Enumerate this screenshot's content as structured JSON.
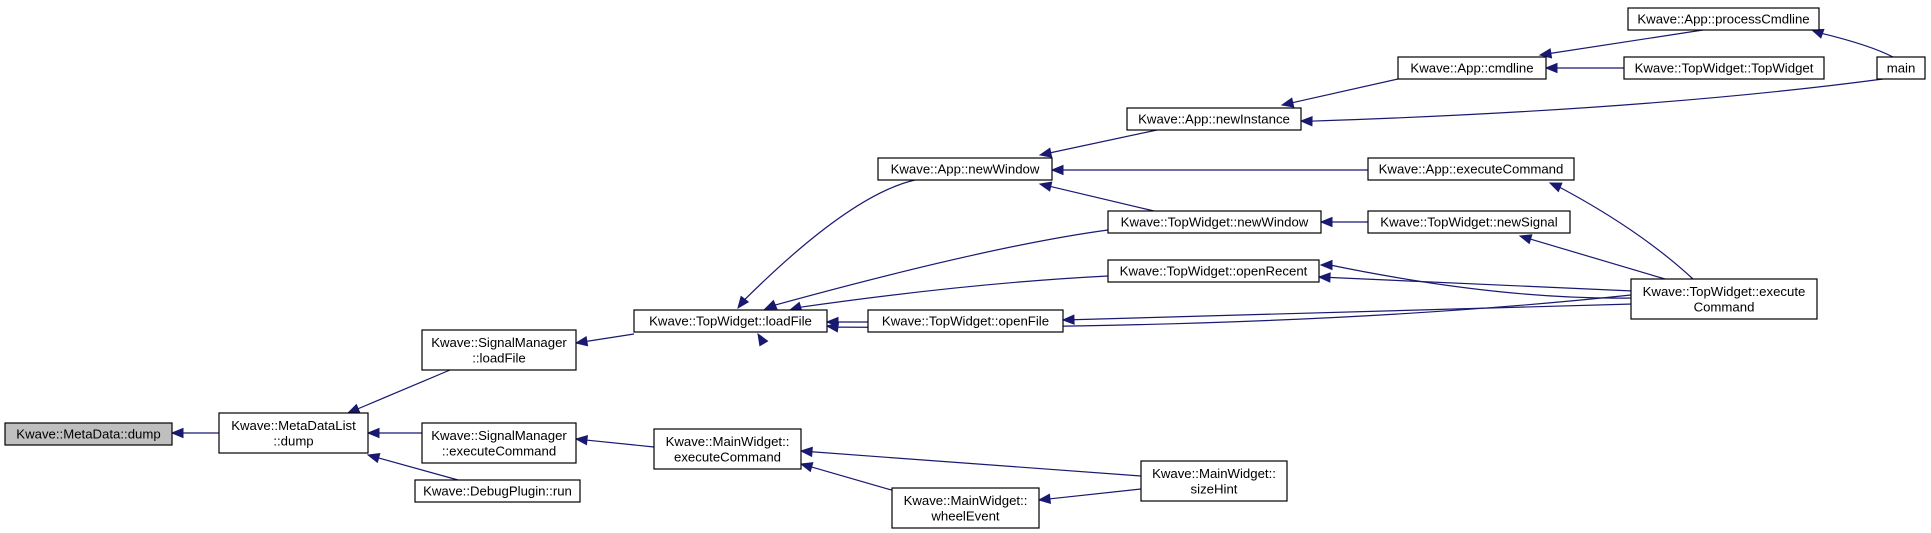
{
  "diagram": {
    "type": "doxygen-caller-graph",
    "colors": {
      "edge": "#191970",
      "node_border": "#000000",
      "root_fill": "#bfbfbf",
      "node_fill": "#ffffff"
    },
    "nodes": [
      {
        "id": "metadata-dump",
        "lines": [
          "Kwave::MetaData::dump"
        ],
        "root": true
      },
      {
        "id": "metadatalist-dump",
        "lines": [
          "Kwave::MetaDataList",
          "::dump"
        ]
      },
      {
        "id": "signalmanager-loadfile",
        "lines": [
          "Kwave::SignalManager",
          "::loadFile"
        ]
      },
      {
        "id": "signalmanager-executecommand",
        "lines": [
          "Kwave::SignalManager",
          "::executeCommand"
        ]
      },
      {
        "id": "debugplugin-run",
        "lines": [
          "Kwave::DebugPlugin::run"
        ]
      },
      {
        "id": "topwidget-loadfile",
        "lines": [
          "Kwave::TopWidget::loadFile"
        ]
      },
      {
        "id": "mainwidget-executecommand",
        "lines": [
          "Kwave::MainWidget::",
          "executeCommand"
        ]
      },
      {
        "id": "app-newwindow",
        "lines": [
          "Kwave::App::newWindow"
        ]
      },
      {
        "id": "topwidget-newwindow",
        "lines": [
          "Kwave::TopWidget::newWindow"
        ]
      },
      {
        "id": "topwidget-openrecent",
        "lines": [
          "Kwave::TopWidget::openRecent"
        ]
      },
      {
        "id": "topwidget-openfile",
        "lines": [
          "Kwave::TopWidget::openFile"
        ]
      },
      {
        "id": "mainwidget-wheelevent",
        "lines": [
          "Kwave::MainWidget::",
          "wheelEvent"
        ]
      },
      {
        "id": "app-newinstance",
        "lines": [
          "Kwave::App::newInstance"
        ]
      },
      {
        "id": "app-executecommand",
        "lines": [
          "Kwave::App::executeCommand"
        ]
      },
      {
        "id": "topwidget-newsignal",
        "lines": [
          "Kwave::TopWidget::newSignal"
        ]
      },
      {
        "id": "mainwidget-sizehint",
        "lines": [
          "Kwave::MainWidget::",
          "sizeHint"
        ]
      },
      {
        "id": "app-cmdline",
        "lines": [
          "Kwave::App::cmdline"
        ]
      },
      {
        "id": "topwidget-executecommand",
        "lines": [
          "Kwave::TopWidget::execute",
          "Command"
        ]
      },
      {
        "id": "app-processcmdline",
        "lines": [
          "Kwave::App::processCmdline"
        ]
      },
      {
        "id": "topwidget-topwidget",
        "lines": [
          "Kwave::TopWidget::TopWidget"
        ]
      },
      {
        "id": "main",
        "lines": [
          "main"
        ]
      }
    ],
    "edges": [
      {
        "from": "metadatalist-dump",
        "to": "metadata-dump"
      },
      {
        "from": "signalmanager-loadfile",
        "to": "metadatalist-dump"
      },
      {
        "from": "signalmanager-executecommand",
        "to": "metadatalist-dump"
      },
      {
        "from": "debugplugin-run",
        "to": "metadatalist-dump"
      },
      {
        "from": "topwidget-loadfile",
        "to": "signalmanager-loadfile"
      },
      {
        "from": "mainwidget-executecommand",
        "to": "signalmanager-executecommand"
      },
      {
        "from": "app-newwindow",
        "to": "topwidget-loadfile"
      },
      {
        "from": "topwidget-newwindow",
        "to": "topwidget-loadfile"
      },
      {
        "from": "topwidget-openrecent",
        "to": "topwidget-loadfile"
      },
      {
        "from": "topwidget-openfile",
        "to": "topwidget-loadfile"
      },
      {
        "from": "topwidget-executecommand",
        "to": "topwidget-loadfile"
      },
      {
        "from": "topwidget-executecommand",
        "to": "topwidget-loadfile"
      },
      {
        "from": "mainwidget-wheelevent",
        "to": "mainwidget-executecommand"
      },
      {
        "from": "mainwidget-sizehint",
        "to": "mainwidget-executecommand"
      },
      {
        "from": "app-newinstance",
        "to": "app-newwindow"
      },
      {
        "from": "app-executecommand",
        "to": "app-newwindow"
      },
      {
        "from": "topwidget-newwindow",
        "to": "app-newwindow"
      },
      {
        "from": "topwidget-executecommand",
        "to": "topwidget-newwindow"
      },
      {
        "from": "topwidget-newsignal",
        "to": "topwidget-newwindow"
      },
      {
        "from": "topwidget-executecommand",
        "to": "topwidget-openrecent"
      },
      {
        "from": "topwidget-executecommand",
        "to": "topwidget-openfile"
      },
      {
        "from": "mainwidget-sizehint",
        "to": "mainwidget-wheelevent"
      },
      {
        "from": "app-cmdline",
        "to": "app-newinstance"
      },
      {
        "from": "main",
        "to": "app-newinstance"
      },
      {
        "from": "topwidget-executecommand",
        "to": "app-executecommand"
      },
      {
        "from": "topwidget-executecommand",
        "to": "topwidget-newsignal"
      },
      {
        "from": "app-processcmdline",
        "to": "app-cmdline"
      },
      {
        "from": "topwidget-topwidget",
        "to": "app-cmdline"
      },
      {
        "from": "main",
        "to": "app-processcmdline"
      }
    ]
  }
}
